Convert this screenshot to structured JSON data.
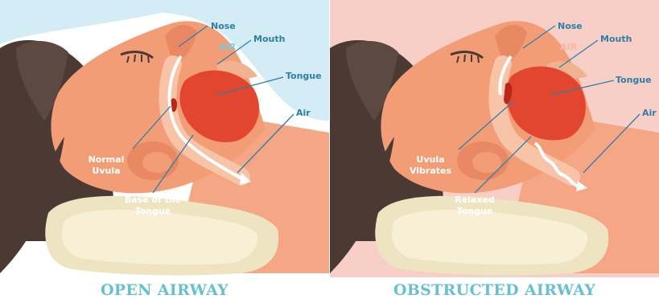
{
  "panels": [
    {
      "title": "OPEN AIRWAY",
      "labels": {
        "nose": "Nose",
        "air_inside": "AIR",
        "mouth": "Mouth",
        "tongue": "Tongue",
        "air_outside": "Air",
        "uvula_line1": "Normal",
        "uvula_line2": "Uvula",
        "tongue_base_line1": "Base of the",
        "tongue_base_line2": "Tongue"
      }
    },
    {
      "title": "OBSTRUCTED AIRWAY",
      "labels": {
        "nose": "Nose",
        "air_inside": "AIR",
        "mouth": "Mouth",
        "tongue": "Tongue",
        "air_outside": "Air",
        "uvula_line1": "Uvula",
        "uvula_line2": "Vibrates",
        "tongue_base_line1": "Relaxed",
        "tongue_base_line2": "Tongue"
      }
    }
  ],
  "colors": {
    "open_background": "#d4ecf6",
    "obstructed_background": "#f7cfc6",
    "skin": "#f29d76",
    "skin_dark": "#e0764e",
    "hair": "#4b3a33",
    "tongue": "#e2462e",
    "pillow": "#eee4c2",
    "label_color": "#2e7ea8",
    "title_color": "#67c1cf"
  }
}
